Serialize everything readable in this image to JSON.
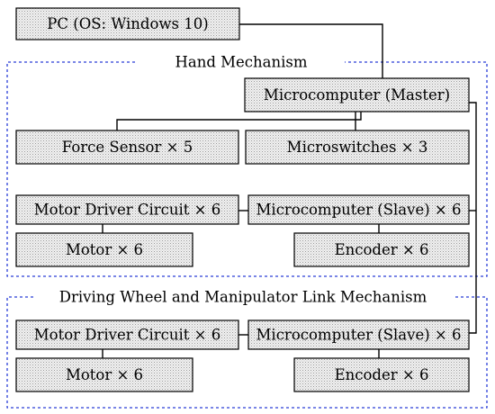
{
  "boxes": {
    "pc": "PC (OS: Windows 10)",
    "master": "Microcomputer (Master)",
    "force_sensor": "Force Sensor × 5",
    "microswitches": "Microswitches × 3",
    "hand_motor_driver": "Motor Driver Circuit × 6",
    "hand_slave": "Microcomputer (Slave) × 6",
    "hand_motor": "Motor × 6",
    "hand_encoder": "Encoder × 6",
    "wheel_motor_driver": "Motor Driver Circuit × 6",
    "wheel_slave": "Microcomputer (Slave) × 6",
    "wheel_motor": "Motor × 6",
    "wheel_encoder": "Encoder × 6"
  },
  "groups": {
    "hand": "Hand Mechanism",
    "wheel": "Driving Wheel and Manipulator Link Mechanism"
  },
  "colors": {
    "group_border": "#2b3fd8",
    "box_fill_pattern": "dotted gray"
  }
}
